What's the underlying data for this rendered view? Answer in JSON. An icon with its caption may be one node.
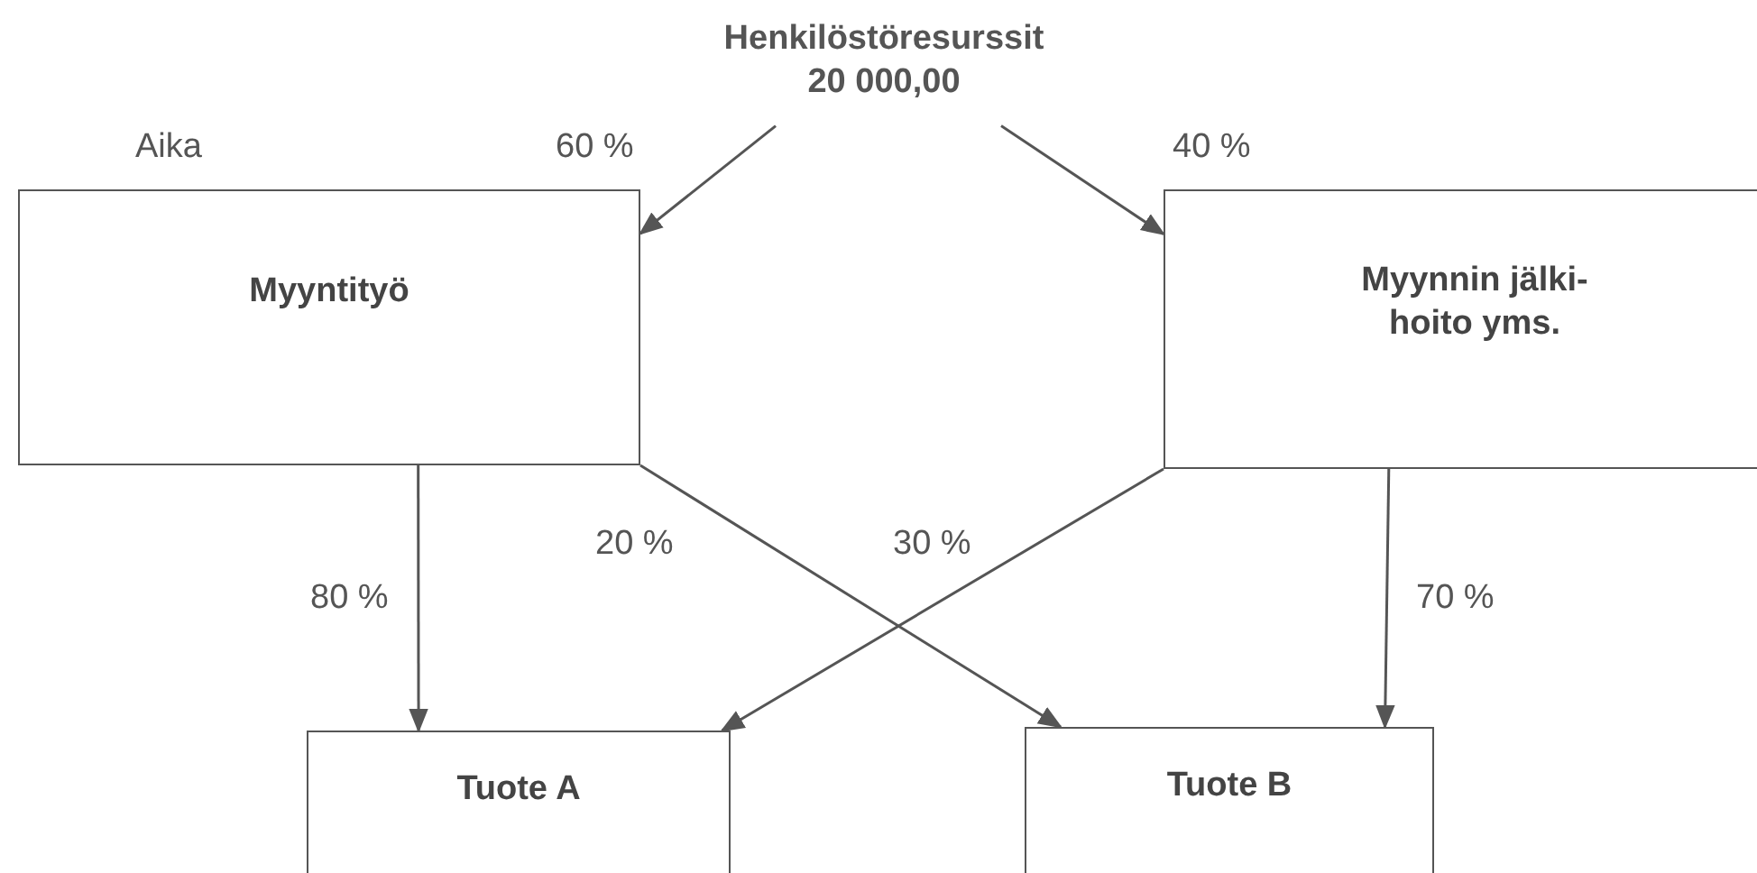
{
  "diagram": {
    "nodes": [
      {
        "text": [
          "Henkilöstöresurssit",
          "20 000,00"
        ]
      },
      {
        "text": [
          "Myyntityö"
        ]
      },
      {
        "text": [
          "Myynnin jälki- hoito yms."
        ]
      },
      {
        "text": [
          "Tuote A"
        ]
      },
      {
        "text": [
          "Tuote B"
        ]
      }
    ],
    "edges": [
      {
        "from": 0,
        "to": 1,
        "arrow": "to",
        "label": "60 %"
      },
      {
        "from": 0,
        "to": 2,
        "arrow": "to",
        "label": "40 %"
      },
      {
        "from": 1,
        "to": 3,
        "arrow": "to",
        "label": "80 %"
      },
      {
        "from": 1,
        "to": 4,
        "arrow": "to",
        "label": "20 %"
      },
      {
        "from": 2,
        "to": 3,
        "arrow": "to",
        "label": "30 %"
      },
      {
        "from": 2,
        "to": 4,
        "arrow": "to",
        "label": "70 %"
      }
    ],
    "labels": [
      "Aika"
    ]
  }
}
